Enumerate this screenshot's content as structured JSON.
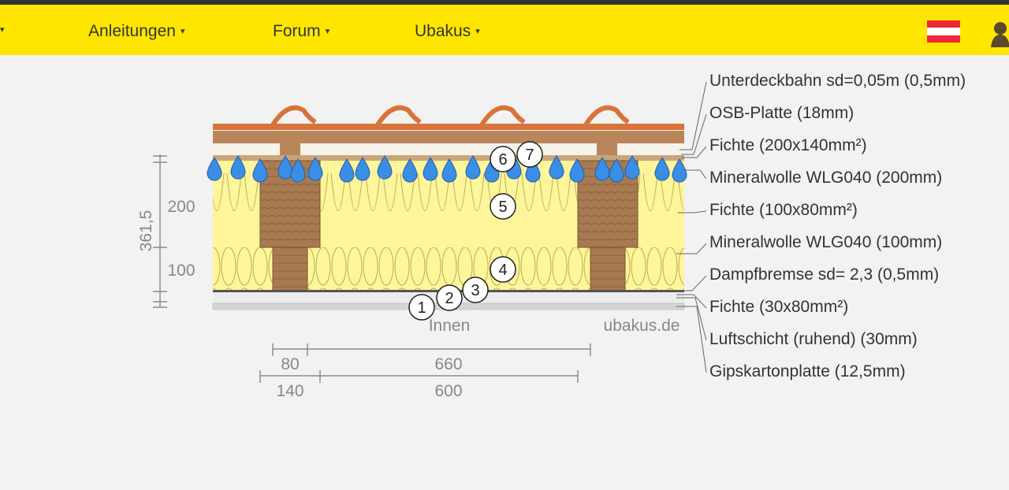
{
  "nav": {
    "items": [
      {
        "label": "Anleitungen"
      },
      {
        "label": "Forum"
      },
      {
        "label": "Ubakus"
      }
    ],
    "caret": "▾"
  },
  "flag_colors": [
    "#ed2939",
    "#ffffff",
    "#ed2939"
  ],
  "brand_color": "#ffe600",
  "layers": [
    {
      "label": "Unterdeckbahn sd=0,05m (0,5mm)"
    },
    {
      "label": "OSB-Platte (18mm)"
    },
    {
      "label": "Fichte (200x140mm²)"
    },
    {
      "label": "Mineralwolle WLG040 (200mm)"
    },
    {
      "label": "Fichte (100x80mm²)"
    },
    {
      "label": "Mineralwolle WLG040 (100mm)"
    },
    {
      "label": "Dampfbremse sd= 2,3 (0,5mm)"
    },
    {
      "label": "Fichte (30x80mm²)"
    },
    {
      "label": "Luftschicht (ruhend) (30mm)"
    },
    {
      "label": "Gipskartonplatte (12,5mm)"
    }
  ],
  "markers": [
    "1",
    "2",
    "3",
    "4",
    "5",
    "6",
    "7"
  ],
  "dimensions": {
    "total": "361,5",
    "upper": "200",
    "lower": "100",
    "w80": "80",
    "w660": "660",
    "w140": "140",
    "w600": "600"
  },
  "inside_label": "Innen",
  "watermark": "ubakus.de"
}
